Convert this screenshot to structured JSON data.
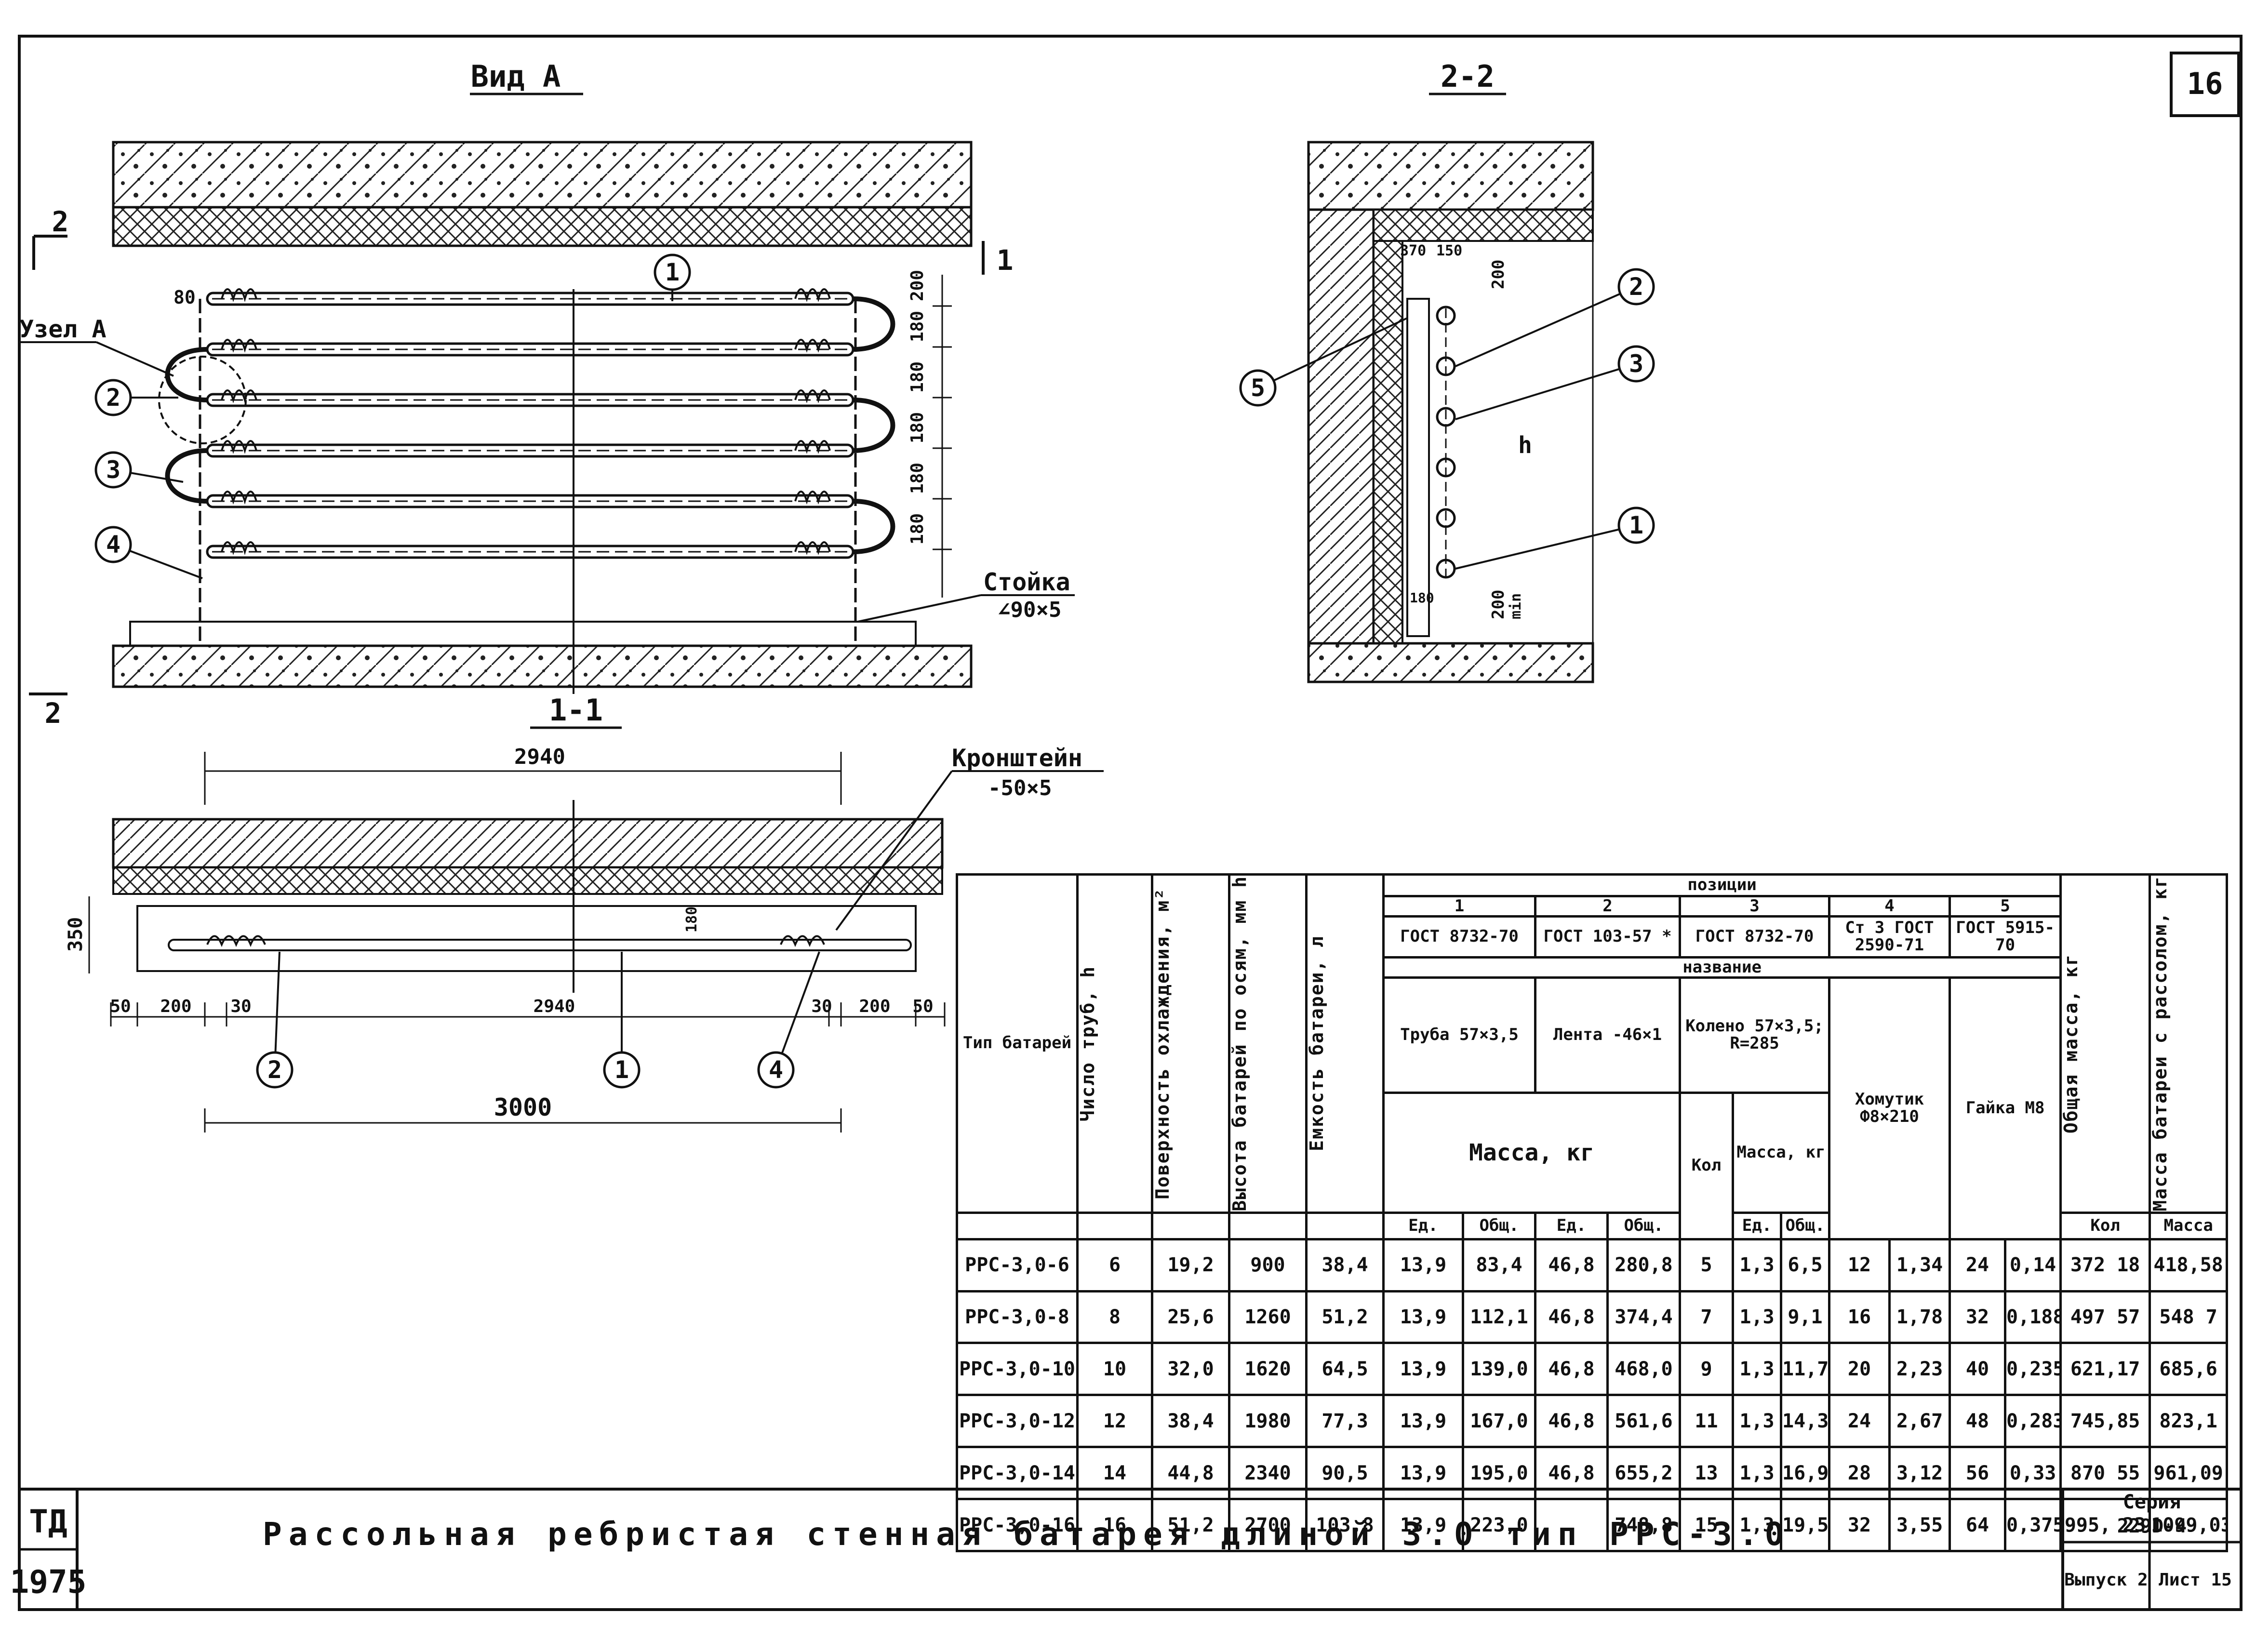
{
  "sheet": {
    "sheet_number": "16",
    "stamp_top": "ТД",
    "stamp_year": "1975",
    "title": "Рассольная ребристая стенная батарея длиной 3.0 тип РРС-3.0",
    "series_label": "Серия",
    "series_value": "229D-4",
    "issue": "Выпуск 2",
    "list": "Лист 15"
  },
  "view_a": {
    "title": "Вид А",
    "section_mark_2_top": "2",
    "section_mark_2_bottom": "2",
    "section_mark_1": "1",
    "node_label": "Узел А",
    "dims": [
      "200",
      "180",
      "180",
      "180",
      "180",
      "180"
    ],
    "dim_top_left": "80",
    "post_label": "Стойка",
    "post_spec": "∠90×5",
    "callouts": [
      "1",
      "2",
      "3",
      "4"
    ]
  },
  "section_2_2": {
    "title": "2-2",
    "dims": [
      "370",
      "150",
      "200",
      "200",
      "180",
      "min"
    ],
    "h_label": "h",
    "callouts": [
      "5",
      "2",
      "3",
      "1"
    ]
  },
  "section_1_1": {
    "title": "1-1",
    "bracket_label": "Кронштейн",
    "bracket_spec": "-50×5",
    "dims_top": "2940",
    "dim_350": "350",
    "dim_180": "180",
    "dims_bottom": [
      "50",
      "200",
      "30",
      "2940",
      "30",
      "200",
      "50"
    ],
    "dim_total": "3000",
    "callouts": [
      "2",
      "1",
      "4"
    ]
  },
  "table": {
    "col_type": "Тип батарей",
    "col_pipes": "Число труб, h",
    "col_surface": "Поверхность охлаждения, м²",
    "col_height": "Высота батарей по осям, мм h",
    "col_capacity": "Емкость батареи, л",
    "positions_label": "позиции",
    "pos_numbers": [
      "1",
      "2",
      "3",
      "4",
      "5"
    ],
    "gost": [
      "ГОСТ 8732-70",
      "ГОСТ 103-57 *",
      "ГОСТ 8732-70",
      "Ст 3 ГОСТ 2590-71",
      "ГОСТ 5915-70"
    ],
    "name_label": "название",
    "names": [
      "Труба 57×3,5",
      "Лента -46×1",
      "Колено 57×3,5; R=285",
      "Хомутик Ф8×210",
      "Гайка М8"
    ],
    "mass_label": "Масса, кг",
    "sub_unit": "Ед.",
    "sub_total": "Общ.",
    "sub_qty": "Кол",
    "sub_mass": "Масса",
    "col_total_mass": "Общая масса, кг",
    "col_mass_brine": "Масса батареи с рассолом, кг",
    "rows": [
      [
        "РРС-3,0-6",
        "6",
        "19,2",
        "900",
        "38,4",
        "13,9",
        "83,4",
        "46,8",
        "280,8",
        "5",
        "1,3",
        "6,5",
        "12",
        "1,34",
        "24",
        "0,14",
        "372 18",
        "418,58"
      ],
      [
        "РРС-3,0-8",
        "8",
        "25,6",
        "1260",
        "51,2",
        "13,9",
        "112,1",
        "46,8",
        "374,4",
        "7",
        "1,3",
        "9,1",
        "16",
        "1,78",
        "32",
        "0,188",
        "497 57",
        "548 7"
      ],
      [
        "РРС-3,0-10",
        "10",
        "32,0",
        "1620",
        "64,5",
        "13,9",
        "139,0",
        "46,8",
        "468,0",
        "9",
        "1,3",
        "11,7",
        "20",
        "2,23",
        "40",
        "0,235",
        "621,17",
        "685,6"
      ],
      [
        "РРС-3,0-12",
        "12",
        "38,4",
        "1980",
        "77,3",
        "13,9",
        "167,0",
        "46,8",
        "561,6",
        "11",
        "1,3",
        "14,3",
        "24",
        "2,67",
        "48",
        "0,283",
        "745,85",
        "823,1"
      ],
      [
        "РРС-3,0-14",
        "14",
        "44,8",
        "2340",
        "90,5",
        "13,9",
        "195,0",
        "46,8",
        "655,2",
        "13",
        "1,3",
        "16,9",
        "28",
        "3,12",
        "56",
        "0,33",
        "870 55",
        "961,09"
      ],
      [
        "РРС-3,0-16",
        "16",
        "51,2",
        "2700",
        "103,8",
        "13,9",
        "223,0",
        "",
        "748,8",
        "15",
        "1,3",
        "19,5",
        "32",
        "3,55",
        "64",
        "0,375",
        "995, 23",
        "1099,03"
      ]
    ]
  }
}
